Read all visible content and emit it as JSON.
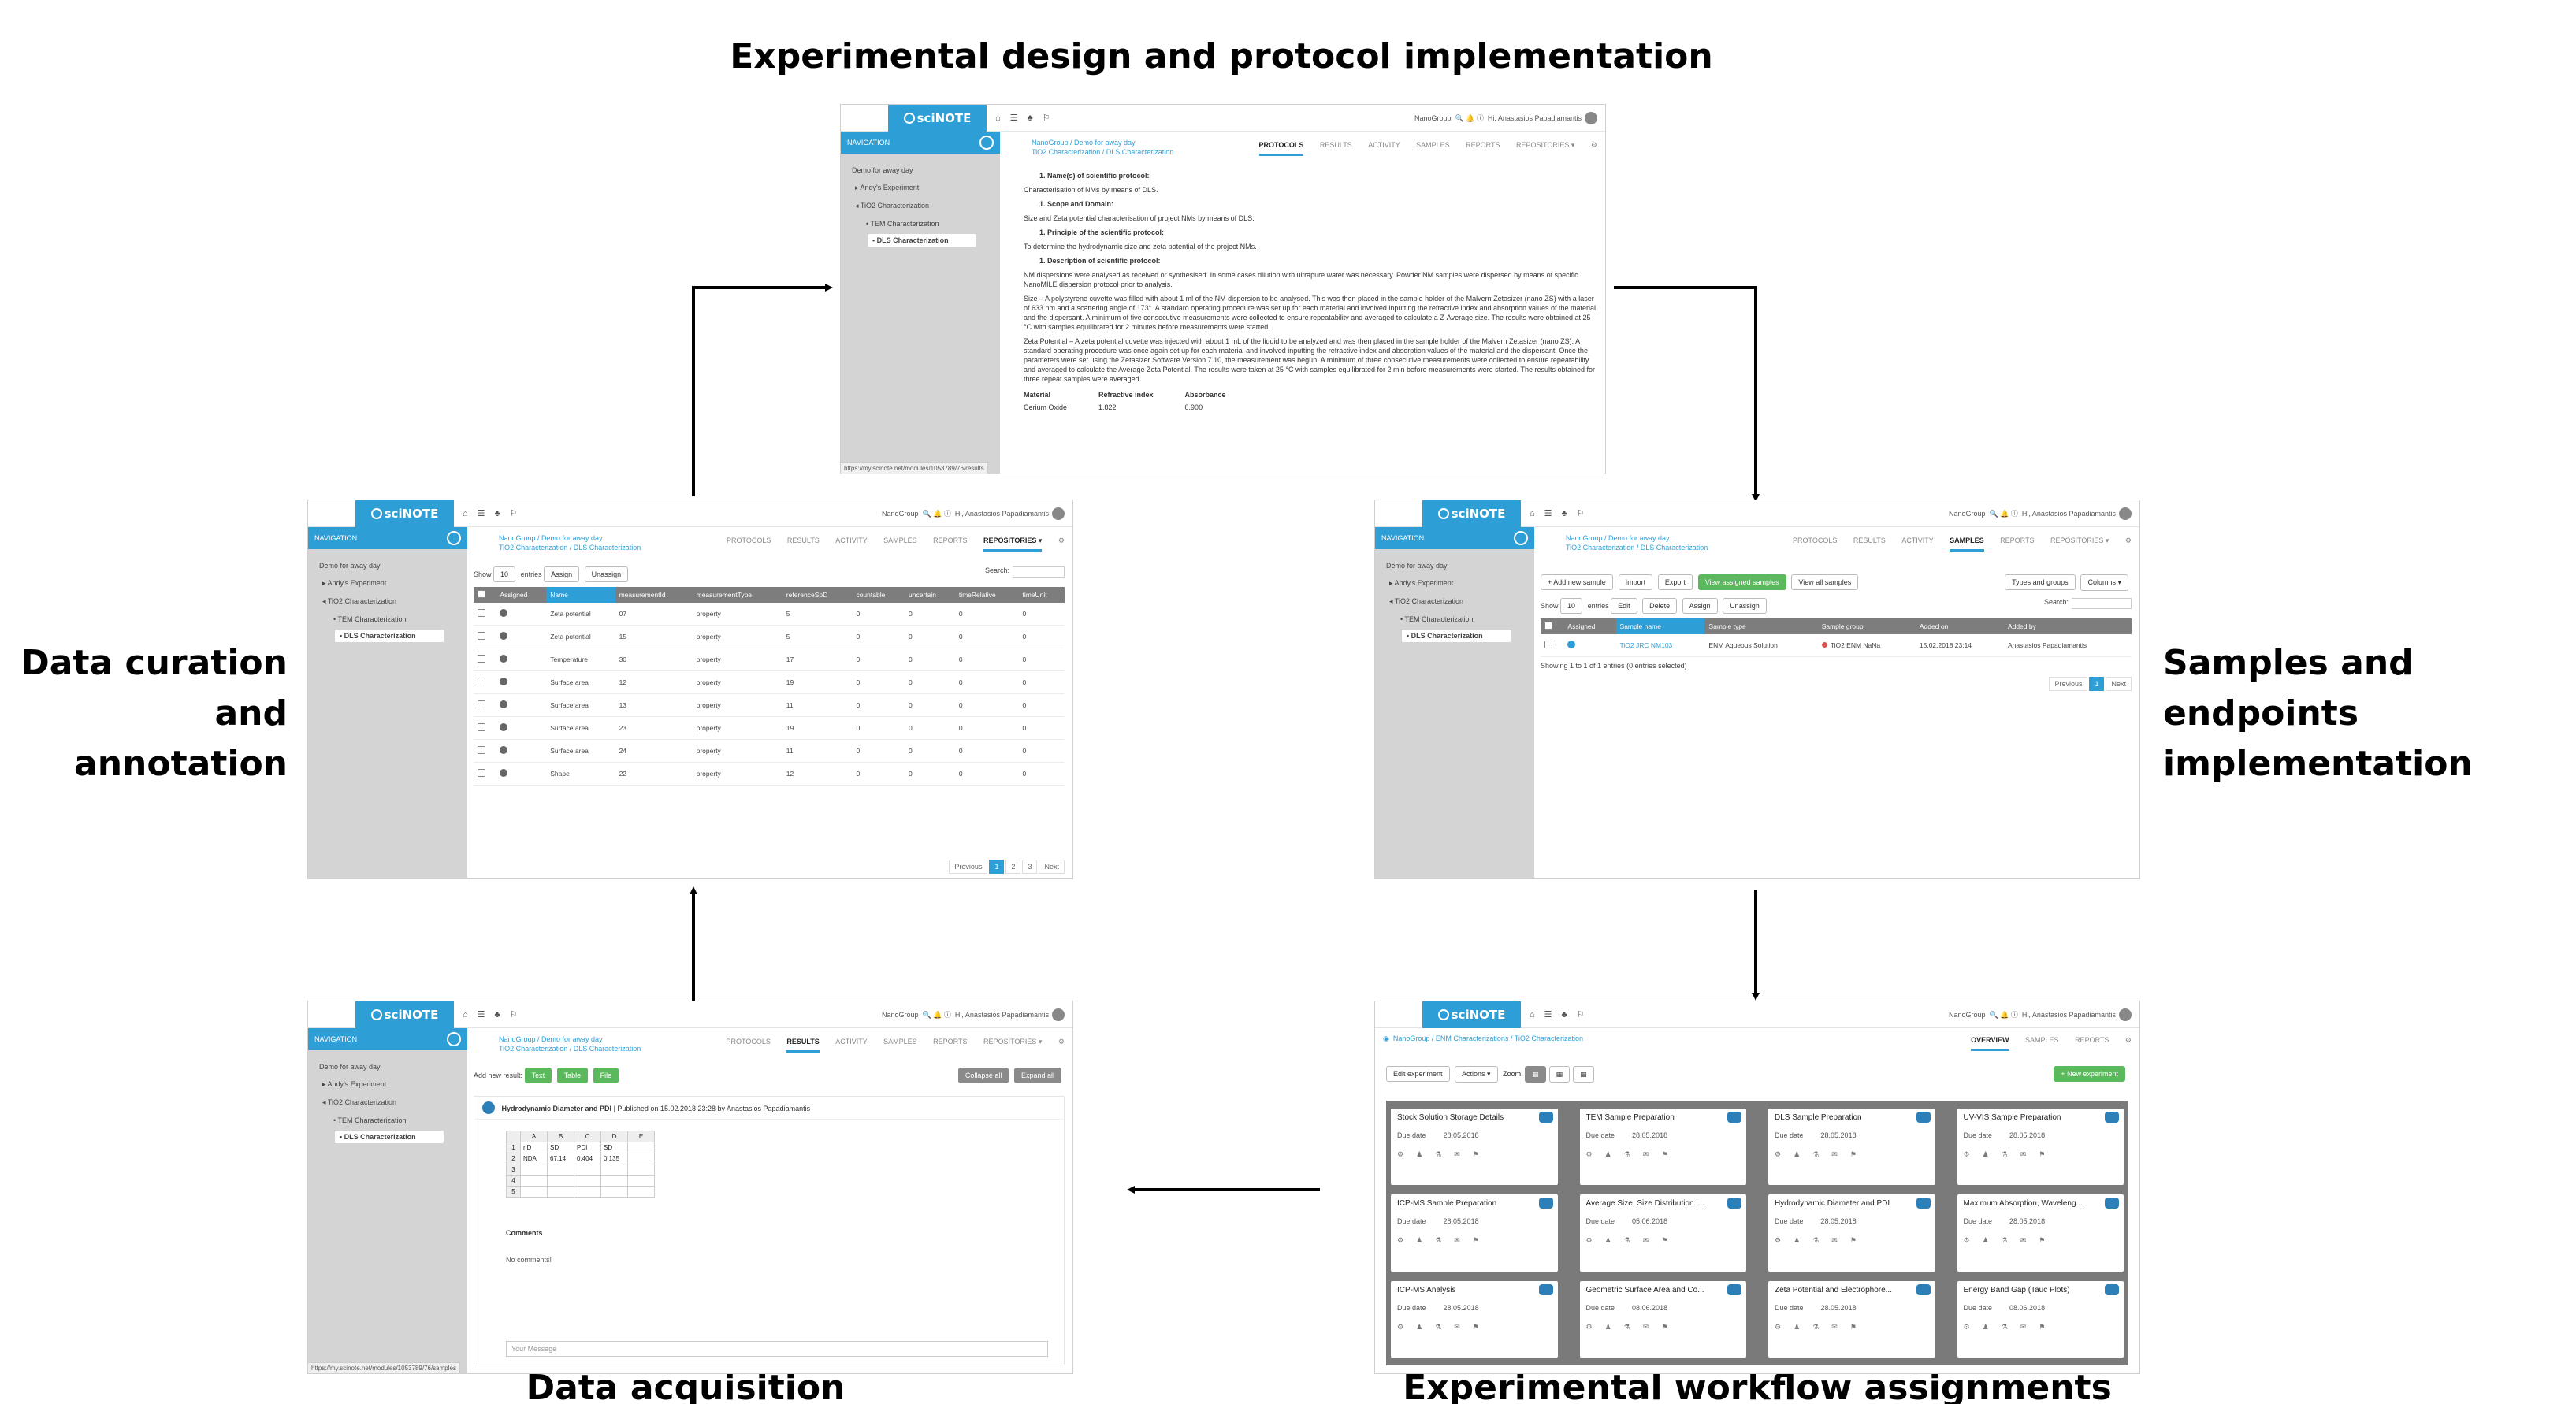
{
  "captions": {
    "top": "Experimental design and protocol implementation",
    "left_line1": "Data curation",
    "left_line2": "and annotation",
    "right_line1": "Samples and endpoints",
    "right_line2": "implementation",
    "bottom_left": "Data acquisition",
    "bottom_right": "Experimental workflow assignments"
  },
  "common": {
    "logo_text": "sciNOTE",
    "team": "NanoGroup",
    "user_greeting": "Hi, Anastasios Papadiamantis",
    "nav_header": "NAVIGATION",
    "nav_items": [
      "Demo for away day",
      "Andy's Experiment",
      "TiO2 Characterization",
      "TEM Characterization",
      "DLS Characterization"
    ],
    "breadcrumb_1": "NanoGroup / Demo for away day",
    "breadcrumb_2": "TiO2 Characterization / DLS Characterization",
    "tabs": [
      "PROTOCOLS",
      "RESULTS",
      "ACTIVITY",
      "SAMPLES",
      "REPORTS",
      "REPOSITORIES ▾"
    ]
  },
  "protocol": {
    "lines": [
      {
        "kind": "h",
        "text": "1. Name(s) of scientific protocol:"
      },
      {
        "kind": "p",
        "text": "Characterisation of NMs by means of DLS."
      },
      {
        "kind": "h",
        "text": "1. Scope and Domain:"
      },
      {
        "kind": "p",
        "text": "Size and Zeta potential characterisation of project NMs by means of DLS."
      },
      {
        "kind": "h",
        "text": "1. Principle of the scientific protocol:"
      },
      {
        "kind": "p",
        "text": "To determine the hydrodynamic size and zeta potential of the project NMs."
      },
      {
        "kind": "h",
        "text": "1. Description of scientific protocol:"
      },
      {
        "kind": "p",
        "text": "NM dispersions were analysed as received or synthesised. In some cases dilution with ultrapure water was necessary. Powder NM samples were dispersed by means of specific NanoMILE dispersion protocol prior to analysis."
      },
      {
        "kind": "p",
        "text": "Size – A polystyrene cuvette was filled with about 1 ml of the NM dispersion to be analysed. This was then placed in the sample holder of the Malvern Zetasizer (nano ZS) with a laser of 633 nm and a scattering angle of 173°. A standard operating procedure was set up for each material and involved inputting the refractive index and absorption values of the material and the dispersant. A minimum of five consecutive measurements were collected to ensure repeatability and averaged to calculate a Z-Average size. The results were obtained at 25 °C with samples equilibrated for 2 minutes before measurements were started."
      },
      {
        "kind": "p",
        "text": "Zeta Potential – A zeta potential cuvette was injected with about 1 mL of the liquid to be analyzed and was then placed in the sample holder of the Malvern Zetasizer (nano ZS). A standard operating procedure was once again set up for each material and involved inputting the refractive index and absorption values of the material and the dispersant. Once the parameters were set using the Zetasizer Software Version 7.10, the measurement was begun. A minimum of three consecutive measurements were collected to ensure repeatability and averaged to calculate the Average Zeta Potential. The results were taken at 25 °C with samples equilibrated for 2 min before measurements were started. The results obtained for three repeat samples were averaged."
      }
    ],
    "table_headers": [
      "Material",
      "Refractive index",
      "Absorbance"
    ],
    "table_row": [
      "Cerium Oxide",
      "1.822",
      "0.900"
    ],
    "status_url": "https://my.scinote.net/modules/1053789/76/results"
  },
  "repository": {
    "show_label": "Show",
    "show_value": "10",
    "entries_label": "entries",
    "assign_label": "Assign",
    "unassign_label": "Unassign",
    "search_label": "Search:",
    "columns": [
      "Assigned",
      "Name",
      "measurementId",
      "measurementType",
      "referenceSpD",
      "countable",
      "uncertain",
      "timeRelative",
      "timeUnit"
    ],
    "rows": [
      [
        "Zeta potential",
        "07",
        "property",
        "5",
        "0",
        "0",
        "0",
        "0"
      ],
      [
        "Zeta potential",
        "15",
        "property",
        "5",
        "0",
        "0",
        "0",
        "0"
      ],
      [
        "Temperature",
        "30",
        "property",
        "17",
        "0",
        "0",
        "0",
        "0"
      ],
      [
        "Surface area",
        "12",
        "property",
        "19",
        "0",
        "0",
        "0",
        "0"
      ],
      [
        "Surface area",
        "13",
        "property",
        "11",
        "0",
        "0",
        "0",
        "0"
      ],
      [
        "Surface area",
        "23",
        "property",
        "19",
        "0",
        "0",
        "0",
        "0"
      ],
      [
        "Surface area",
        "24",
        "property",
        "11",
        "0",
        "0",
        "0",
        "0"
      ],
      [
        "Shape",
        "22",
        "property",
        "12",
        "0",
        "0",
        "0",
        "0"
      ]
    ],
    "pager": [
      "Previous",
      "1",
      "2",
      "3",
      "Next"
    ]
  },
  "samples": {
    "buttons": [
      "+ Add new sample",
      "Import",
      "Export",
      "View assigned samples",
      "View all samples"
    ],
    "right_buttons": [
      "Types and groups",
      "Columns ▾"
    ],
    "show_value": "10",
    "row_actions": [
      "Edit",
      "Delete",
      "Assign",
      "Unassign"
    ],
    "search_label": "Search:",
    "columns": [
      "Assigned",
      "Sample name",
      "Sample type",
      "Sample group",
      "Added on",
      "Added by"
    ],
    "row": [
      "TiO2 JRC NM103",
      "ENM Aqueous Solution",
      "TiO2 ENM NaNa",
      "15.02.2018 23:14",
      "Anastasios Papadiamantis"
    ],
    "info": "Showing 1 to 1 of 1 entries (0 entries selected)",
    "pager": [
      "Previous",
      "1",
      "Next"
    ]
  },
  "results": {
    "add_label": "Add new result:",
    "add_buttons": [
      "Text",
      "Table",
      "File"
    ],
    "right_buttons": [
      "Collapse all",
      "Expand all"
    ],
    "result_title": "Hydrodynamic Diameter and PDI",
    "result_meta": "Published on 15.02.2018 23:28 by Anastasios Papadiamantis",
    "sheet_cols": [
      "A",
      "B",
      "C",
      "D",
      "E"
    ],
    "sheet_rows": [
      [
        "1",
        "nD",
        "SD",
        "PDI",
        "SD",
        ""
      ],
      [
        "2",
        "NDA",
        "67.14",
        "0.404",
        "0.135",
        ""
      ],
      [
        "3",
        "",
        "",
        "",
        "",
        ""
      ],
      [
        "4",
        "",
        "",
        "",
        "",
        ""
      ],
      [
        "5",
        "",
        "",
        "",
        "",
        ""
      ]
    ],
    "comments_title": "Comments",
    "no_comments": "No comments!",
    "message_placeholder": "Your Message",
    "status_url": "https://my.scinote.net/modules/1053789/76/samples"
  },
  "workflow": {
    "breadcrumb": "NanoGroup / ENM Characterizations / TiO2 Characterization",
    "tabs": [
      "OVERVIEW",
      "SAMPLES",
      "REPORTS"
    ],
    "edit_button": "Edit experiment",
    "actions_button": "Actions ▾",
    "zoom_label": "Zoom:",
    "new_button": "+ New experiment",
    "due_label": "Due date",
    "tasks": [
      {
        "title": "Stock Solution Storage Details",
        "due": "28.05.2018"
      },
      {
        "title": "TEM Sample Preparation",
        "due": "28.05.2018"
      },
      {
        "title": "DLS Sample Preparation",
        "due": "28.05.2018"
      },
      {
        "title": "UV-VIS Sample Preparation",
        "due": "28.05.2018"
      },
      {
        "title": "ICP-MS Sample Preparation",
        "due": "28.05.2018"
      },
      {
        "title": "Average Size, Size Distribution i...",
        "due": "05.06.2018"
      },
      {
        "title": "Hydrodynamic Diameter and PDI",
        "due": "28.05.2018"
      },
      {
        "title": "Maximum Absorption, Waveleng...",
        "due": "28.05.2018"
      },
      {
        "title": "ICP-MS Analysis",
        "due": "28.05.2018"
      },
      {
        "title": "Geometric Surface Area and Co...",
        "due": "08.06.2018"
      },
      {
        "title": "Zeta Potential and Electrophore...",
        "due": "28.05.2018"
      },
      {
        "title": "Energy Band Gap (Tauc Plots)",
        "due": "08.06.2018"
      }
    ]
  }
}
